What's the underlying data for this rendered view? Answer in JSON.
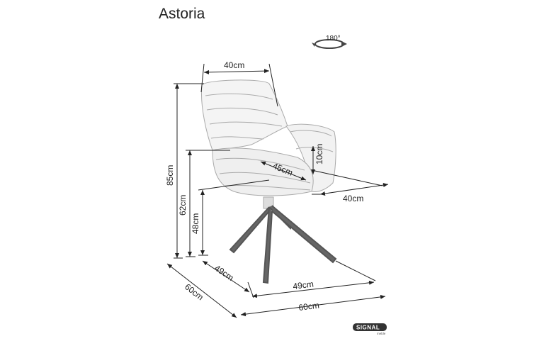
{
  "product": {
    "name": "Astoria"
  },
  "rotation": {
    "label": "180°"
  },
  "dimensions": {
    "top_width": "40cm",
    "total_height": "85cm",
    "armrest_height": "62cm",
    "seat_height": "48cm",
    "seat_depth": "45cm",
    "armrest_gap": "10cm",
    "seat_width": "40cm",
    "base_depth": "49cm",
    "base_width": "49cm",
    "overall_depth": "60cm",
    "overall_width": "60cm"
  },
  "brand": {
    "logo_text": "SIGNAL",
    "logo_sub": "meble"
  }
}
